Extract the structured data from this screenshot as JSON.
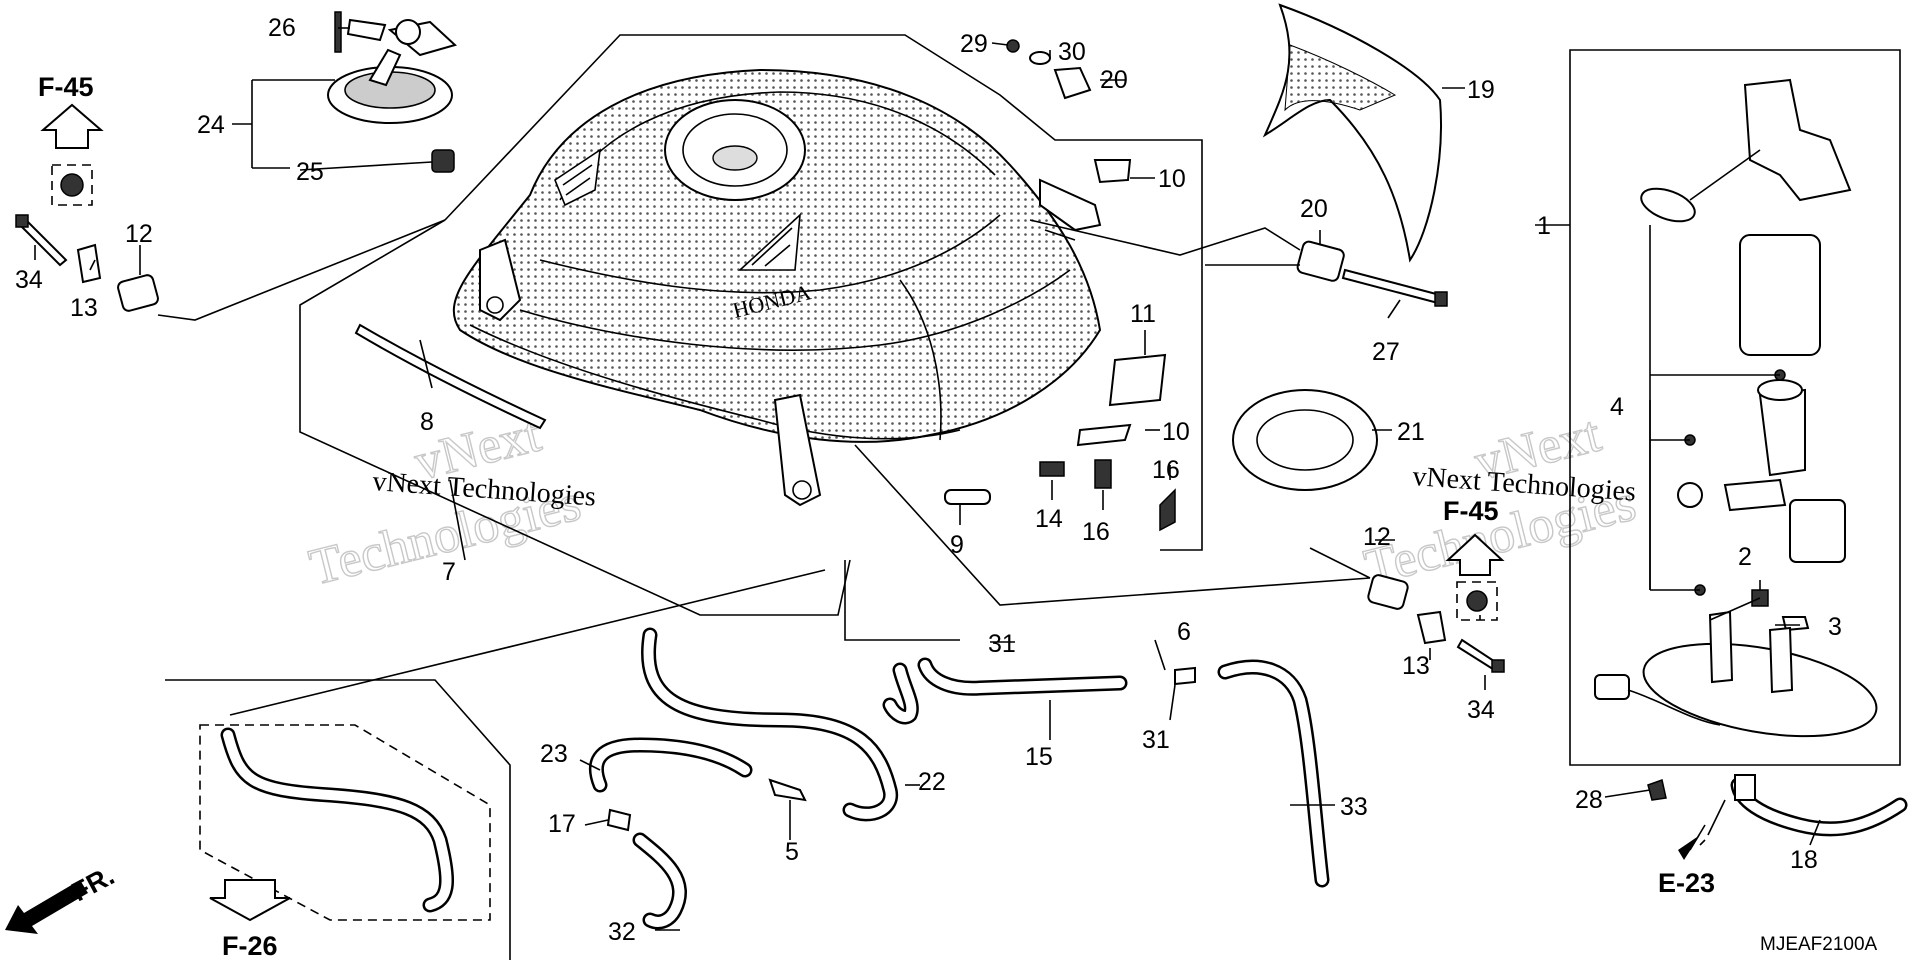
{
  "diagram_code": "MJEAF2100A",
  "watermark": {
    "line1": "vNext Technologies",
    "big_top": "vNext",
    "big_bottom": "Technologies"
  },
  "tank_brand": "HONDA",
  "references": {
    "f45_left": "F-45",
    "f45_right": "F-45",
    "f26": "F-26",
    "e23": "E-23",
    "front": "FR."
  },
  "callouts": {
    "c1": "1",
    "c2": "2",
    "c3": "3",
    "c4": "4",
    "c5": "5",
    "c6": "6",
    "c7": "7",
    "c8": "8",
    "c9": "9",
    "c10a": "10",
    "c10b": "10",
    "c11": "11",
    "c12a": "12",
    "c12b": "12",
    "c13a": "13",
    "c13b": "13",
    "c14": "14",
    "c15": "15",
    "c16a": "16",
    "c16b": "16",
    "c17": "17",
    "c18": "18",
    "c19": "19",
    "c20a": "20",
    "c20b": "20",
    "c21": "21",
    "c22": "22",
    "c23": "23",
    "c24": "24",
    "c25": "25",
    "c26": "26",
    "c27": "27",
    "c28": "28",
    "c29": "29",
    "c30": "30",
    "c31a": "31",
    "c31b": "31",
    "c32": "32",
    "c33": "33",
    "c34a": "34",
    "c34b": "34"
  }
}
